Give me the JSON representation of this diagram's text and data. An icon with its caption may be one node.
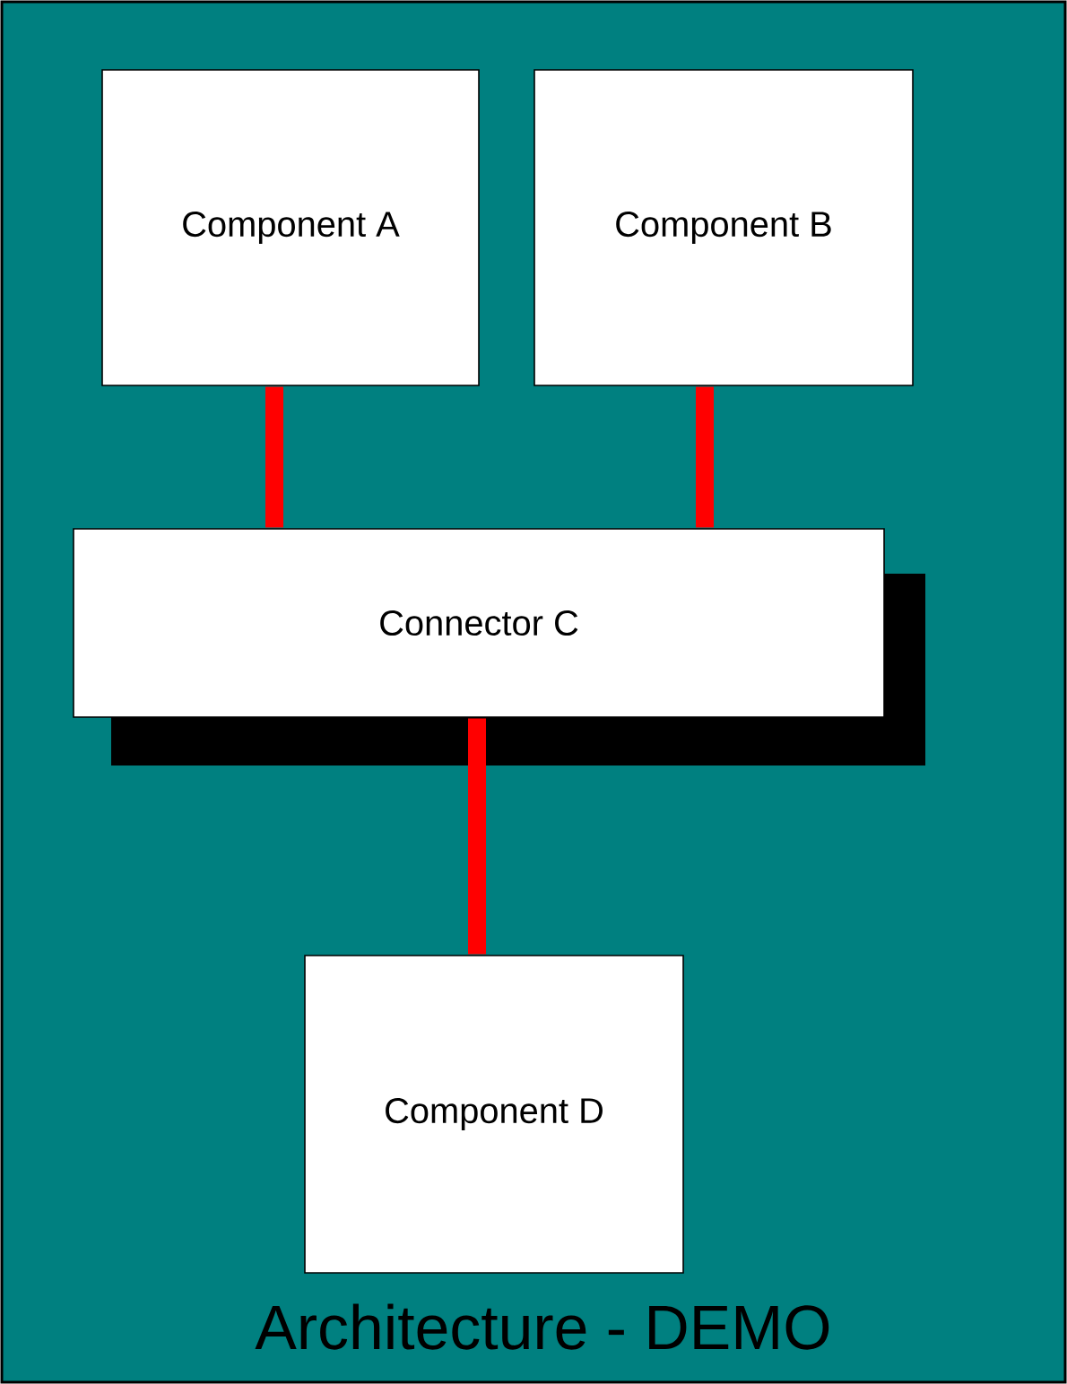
{
  "diagram": {
    "title": "Architecture - DEMO",
    "nodes": [
      {
        "text": [
          "Component A"
        ]
      },
      {
        "text": [
          "Component B"
        ]
      },
      {
        "text": [
          "Connector C"
        ]
      },
      {
        "text": [
          "Component D"
        ]
      }
    ],
    "edges": [
      {
        "from": 0,
        "to": 2,
        "arrow": "none"
      },
      {
        "from": 1,
        "to": 2,
        "arrow": "none"
      },
      {
        "from": 2,
        "to": 3,
        "arrow": "none"
      }
    ]
  }
}
